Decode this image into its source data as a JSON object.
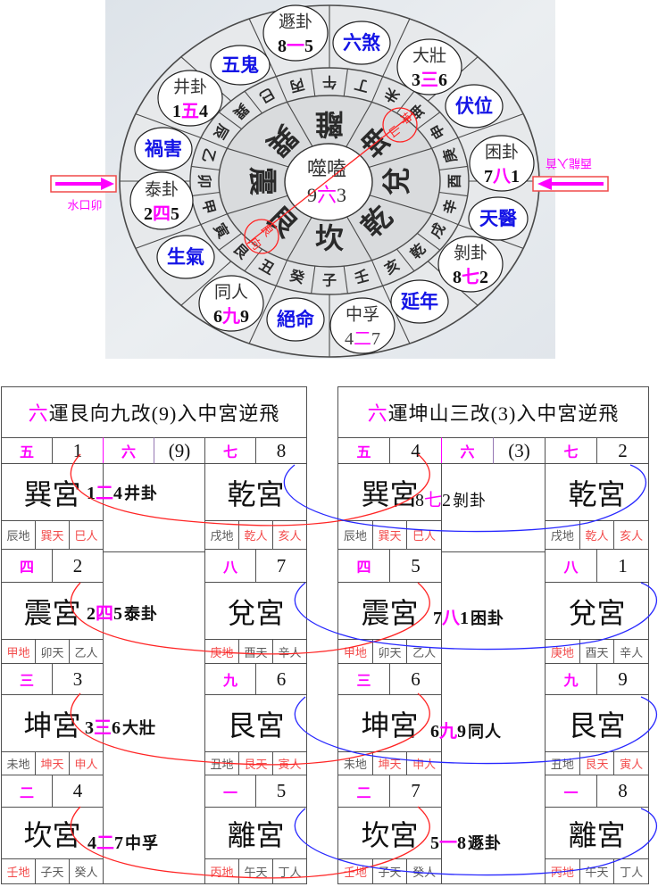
{
  "colors": {
    "highlight": "#ff00ff",
    "star_label": "#1414e6",
    "red_arc": "#ff2424",
    "blue_arc": "#2828ff",
    "red_text": "#f24b4b",
    "gray_text": "#5a5a5a"
  },
  "compass": {
    "center": {
      "name": "噬嗑",
      "a": "9",
      "mid": "六",
      "b": "3"
    },
    "trigrams": [
      "離",
      "坤",
      "兌",
      "乾",
      "坎",
      "艮",
      "震",
      "巽"
    ],
    "mountains": [
      "午",
      "丁",
      "未",
      "坤",
      "申",
      "庚",
      "酉",
      "辛",
      "戌",
      "乾",
      "亥",
      "壬",
      "子",
      "癸",
      "丑",
      "艮",
      "寅",
      "甲",
      "卯",
      "乙",
      "辰",
      "巽",
      "巳",
      "丙"
    ],
    "outer_labels": [
      {
        "name": "遯卦",
        "a": "8",
        "mid": "一",
        "b": "5"
      },
      {
        "name": "六煞"
      },
      {
        "name": "大壯",
        "a": "3",
        "mid": "三",
        "b": "6"
      },
      {
        "name": "伏位"
      },
      {
        "name": "困卦",
        "a": "7",
        "mid": "八",
        "b": "1"
      },
      {
        "name": "天醫"
      },
      {
        "name": "剝卦",
        "a": "8",
        "mid": "七",
        "b": "2"
      },
      {
        "name": "延年"
      },
      {
        "name": "中孚",
        "a": "4",
        "mid": "二",
        "b": "7"
      },
      {
        "name": "絕命"
      },
      {
        "name": "同人",
        "a": "6",
        "mid": "九",
        "b": "9"
      },
      {
        "name": "生氣"
      },
      {
        "name": "泰卦",
        "a": "2",
        "mid": "四",
        "b": "5"
      },
      {
        "name": "禍害"
      },
      {
        "name": "井卦",
        "a": "1",
        "mid": "五",
        "b": "4"
      },
      {
        "name": "五鬼"
      }
    ],
    "mountain_marker": [
      "坤",
      "山"
    ],
    "facing_marker": [
      "艮",
      "向"
    ],
    "water_exit_label": "水口卯",
    "dragon_entry_label": "酉龍入首"
  },
  "tables": [
    {
      "title_highlight": "六",
      "title_rest": "運艮向九改(9)入中宮逆飛",
      "center_star": "六",
      "center_number": "(9)",
      "blocks": [
        {
          "left": {
            "star": "五",
            "number": "1",
            "palace": "巽宮",
            "cells": [
              {
                "text": "辰地",
                "tone": "gray"
              },
              {
                "text": "巽天",
                "tone": "red"
              },
              {
                "text": "巳人",
                "tone": "red"
              }
            ]
          },
          "right": {
            "star": "七",
            "number": "8",
            "palace": "乾宮",
            "cells": [
              {
                "text": "戌地",
                "tone": "gray"
              },
              {
                "text": "乾人",
                "tone": "red"
              },
              {
                "text": "亥人",
                "tone": "red"
              }
            ]
          },
          "link": {
            "a": "1",
            "mid": "二",
            "b": "4",
            "name": "井卦"
          }
        },
        {
          "left": {
            "star": "四",
            "number": "2",
            "palace": "震宮",
            "cells": [
              {
                "text": "甲地",
                "tone": "red"
              },
              {
                "text": "卯天",
                "tone": "gray"
              },
              {
                "text": "乙人",
                "tone": "gray"
              }
            ]
          },
          "right": {
            "star": "八",
            "number": "7",
            "palace": "兌宮",
            "cells": [
              {
                "text": "庚地",
                "tone": "red"
              },
              {
                "text": "酉天",
                "tone": "gray"
              },
              {
                "text": "辛人",
                "tone": "gray"
              }
            ]
          },
          "link": {
            "a": "2",
            "mid": "四",
            "b": "5",
            "name": "泰卦"
          }
        },
        {
          "left": {
            "star": "三",
            "number": "3",
            "palace": "坤宮",
            "cells": [
              {
                "text": "未地",
                "tone": "gray"
              },
              {
                "text": "坤天",
                "tone": "red"
              },
              {
                "text": "申人",
                "tone": "red"
              }
            ]
          },
          "right": {
            "star": "九",
            "number": "6",
            "palace": "艮宮",
            "cells": [
              {
                "text": "丑地",
                "tone": "gray"
              },
              {
                "text": "艮天",
                "tone": "red"
              },
              {
                "text": "寅人",
                "tone": "red"
              }
            ]
          },
          "link": {
            "a": "3",
            "mid": "三",
            "b": "6",
            "name": "大壯"
          }
        },
        {
          "left": {
            "star": "二",
            "number": "4",
            "palace": "坎宮",
            "cells": [
              {
                "text": "壬地",
                "tone": "red"
              },
              {
                "text": "子天",
                "tone": "gray"
              },
              {
                "text": "癸人",
                "tone": "gray"
              }
            ]
          },
          "right": {
            "star": "一",
            "number": "5",
            "palace": "離宮",
            "cells": [
              {
                "text": "丙地",
                "tone": "red"
              },
              {
                "text": "午天",
                "tone": "gray"
              },
              {
                "text": "丁人",
                "tone": "gray"
              }
            ]
          },
          "link": {
            "a": "4",
            "mid": "二",
            "b": "7",
            "name": "中孚"
          }
        }
      ]
    },
    {
      "title_highlight": "六",
      "title_rest": "運坤山三改(3)入中宮逆飛",
      "center_star": "六",
      "center_number": "(3)",
      "blocks": [
        {
          "left": {
            "star": "五",
            "number": "4",
            "palace": "巽宮",
            "cells": [
              {
                "text": "辰地",
                "tone": "gray"
              },
              {
                "text": "巽天",
                "tone": "red"
              },
              {
                "text": "巳人",
                "tone": "red"
              }
            ]
          },
          "right": {
            "star": "七",
            "number": "2",
            "palace": "乾宮",
            "cells": [
              {
                "text": "戌地",
                "tone": "gray"
              },
              {
                "text": "乾人",
                "tone": "red"
              },
              {
                "text": "亥人",
                "tone": "red"
              }
            ]
          },
          "link": {
            "a": "8",
            "mid": "七",
            "b": "2",
            "name": "剝卦"
          }
        },
        {
          "left": {
            "star": "四",
            "number": "5",
            "palace": "震宮",
            "cells": [
              {
                "text": "甲地",
                "tone": "red"
              },
              {
                "text": "卯天",
                "tone": "gray"
              },
              {
                "text": "乙人",
                "tone": "gray"
              }
            ]
          },
          "right": {
            "star": "八",
            "number": "1",
            "palace": "兌宮",
            "cells": [
              {
                "text": "庚地",
                "tone": "red"
              },
              {
                "text": "酉天",
                "tone": "gray"
              },
              {
                "text": "辛人",
                "tone": "gray"
              }
            ]
          },
          "link": {
            "a": "7",
            "mid": "八",
            "b": "1",
            "name": "困卦"
          }
        },
        {
          "left": {
            "star": "三",
            "number": "6",
            "palace": "坤宮",
            "cells": [
              {
                "text": "未地",
                "tone": "gray"
              },
              {
                "text": "坤天",
                "tone": "red"
              },
              {
                "text": "申人",
                "tone": "red"
              }
            ]
          },
          "right": {
            "star": "九",
            "number": "9",
            "palace": "艮宮",
            "cells": [
              {
                "text": "丑地",
                "tone": "gray"
              },
              {
                "text": "艮天",
                "tone": "red"
              },
              {
                "text": "寅人",
                "tone": "red"
              }
            ]
          },
          "link": {
            "a": "6",
            "mid": "九",
            "b": "9",
            "name": "同人"
          }
        },
        {
          "left": {
            "star": "二",
            "number": "7",
            "palace": "坎宮",
            "cells": [
              {
                "text": "壬地",
                "tone": "red"
              },
              {
                "text": "子天",
                "tone": "gray"
              },
              {
                "text": "癸人",
                "tone": "gray"
              }
            ]
          },
          "right": {
            "star": "一",
            "number": "8",
            "palace": "離宮",
            "cells": [
              {
                "text": "丙地",
                "tone": "red"
              },
              {
                "text": "午天",
                "tone": "gray"
              },
              {
                "text": "丁人",
                "tone": "gray"
              }
            ]
          },
          "link": {
            "a": "5",
            "mid": "一",
            "b": "8",
            "name": "遯卦"
          }
        }
      ]
    }
  ]
}
